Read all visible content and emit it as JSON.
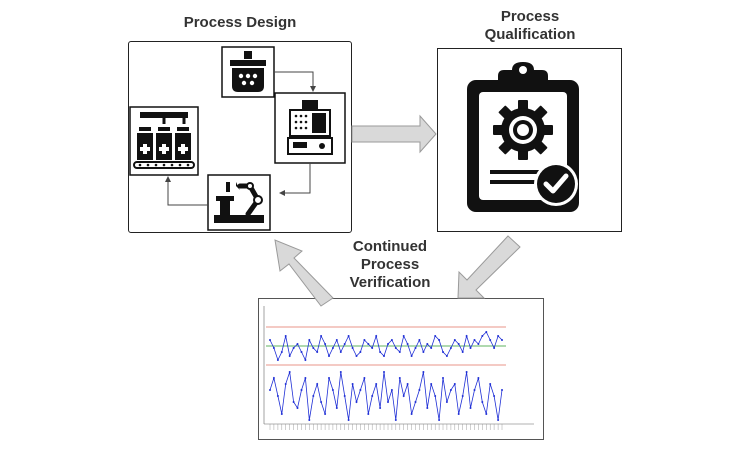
{
  "stages": {
    "design": {
      "label": "Process Design"
    },
    "qualification": {
      "label_line1": "Process",
      "label_line2": "Qualification"
    },
    "verification": {
      "label_line1": "Continued",
      "label_line2": "Process",
      "label_line3": "Verification"
    }
  },
  "icons": {
    "design": [
      "mixing-vessel-icon",
      "tablet-press-machine-icon",
      "robotic-arm-icon",
      "vial-filling-line-icon"
    ],
    "qualification": "clipboard-gear-checkmark-icon"
  },
  "colors": {
    "arrow_fill": "#d9d9d9",
    "arrow_stroke": "#9a9a9a",
    "series": "#1f2fd6",
    "center_line": "#2a9a2a",
    "control_limit": "#e07060"
  },
  "chart_data": {
    "type": "line",
    "title": "",
    "xlabel": "",
    "ylabel": "",
    "series": [
      {
        "values": [
          8,
          6,
          3,
          5,
          9,
          4,
          6,
          7,
          5,
          3,
          8,
          6,
          5,
          9,
          7,
          4,
          6,
          8,
          5,
          7,
          9,
          6,
          4,
          5,
          8,
          7,
          6,
          9,
          5,
          4,
          7,
          8,
          6,
          5,
          9,
          7,
          4,
          6,
          8,
          5,
          7,
          6,
          9,
          8,
          5,
          4,
          6,
          8,
          7,
          5,
          9,
          6,
          8,
          7,
          9,
          10,
          8,
          6,
          9,
          8
        ]
      },
      {
        "values": [
          7,
          9,
          6,
          3,
          8,
          10,
          5,
          4,
          7,
          9,
          2,
          6,
          8,
          5,
          3,
          9,
          7,
          4,
          10,
          6,
          2,
          8,
          5,
          7,
          9,
          3,
          6,
          8,
          4,
          10,
          5,
          7,
          2,
          9,
          6,
          8,
          3,
          5,
          7,
          10,
          4,
          8,
          6,
          2,
          9,
          5,
          7,
          8,
          3,
          6,
          10,
          4,
          7,
          9,
          5,
          3,
          8,
          6,
          2,
          7
        ]
      }
    ]
  }
}
